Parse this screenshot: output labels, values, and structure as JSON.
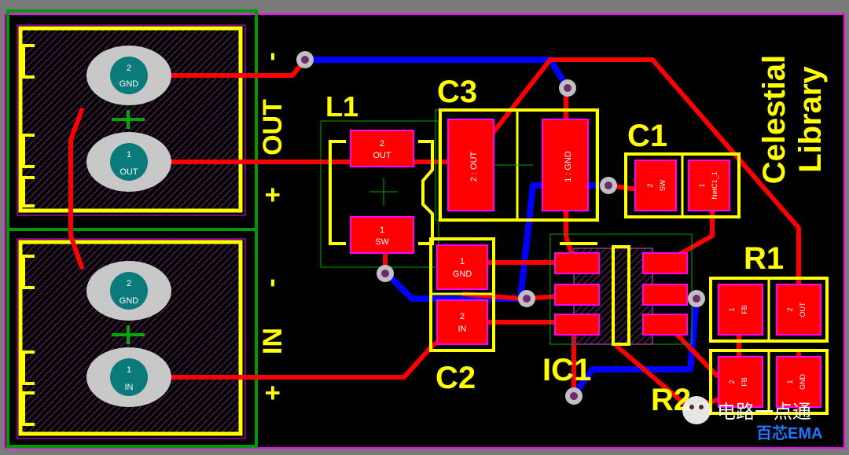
{
  "colors": {
    "board": "#000000",
    "outline": "#ff00ff",
    "copper_top": "#ff0000",
    "copper_bottom": "#0000ff",
    "silkscreen": "#ffff00",
    "keepout": "#00aa00",
    "hatch": "#6e2c6e",
    "via": "#c0c0c0"
  },
  "connectors": {
    "out": {
      "label": "OUT",
      "minus": "-",
      "plus": "+",
      "pin2": {
        "num": "2",
        "net": "GND"
      },
      "pin1": {
        "num": "1",
        "net": "OUT"
      }
    },
    "in": {
      "label": "IN",
      "minus": "-",
      "plus": "+",
      "pin2": {
        "num": "2",
        "net": "GND"
      },
      "pin1": {
        "num": "1",
        "net": "IN"
      }
    }
  },
  "designators": {
    "l1": "L1",
    "c3": "C3",
    "c1": "C1",
    "c2": "C2",
    "ic1": "IC1",
    "r1": "R1",
    "r2": "R2"
  },
  "pads": {
    "l1_p2": {
      "num": "2",
      "net": "OUT"
    },
    "l1_p1": {
      "num": "1",
      "net": "SW"
    },
    "c3_p2": "2 : OUT",
    "c3_p1": "1 : GND",
    "c1_p2": {
      "num": "2",
      "net": "SW"
    },
    "c1_p1": {
      "num": "1",
      "net": "NetC1_1"
    },
    "c2_p1": {
      "num": "1",
      "net": "GND"
    },
    "c2_p2": {
      "num": "2",
      "net": "IN"
    },
    "r1_p1": {
      "num": "1",
      "net": "FB"
    },
    "r1_p2": {
      "num": "2",
      "net": "OUT"
    },
    "r2_p2": {
      "num": "2",
      "net": "FB"
    },
    "r2_p1": {
      "num": "1",
      "net": "GND"
    }
  },
  "brand": {
    "line1": "Celestial",
    "line2": "Library"
  },
  "watermark": {
    "line1": "电路一点通",
    "line2": "百芯EMA"
  }
}
